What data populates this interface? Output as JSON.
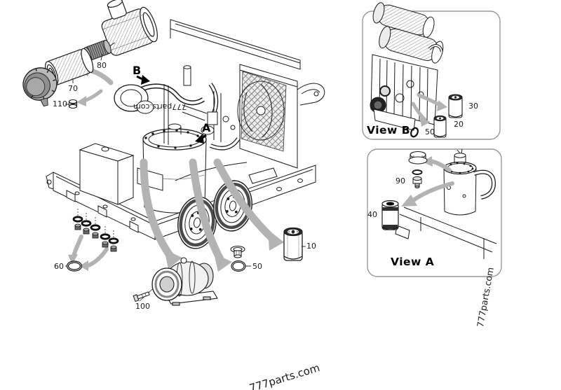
{
  "diagram": {
    "detail_markers": {
      "a": "A",
      "b": "B"
    },
    "views": {
      "view_a_label": "View A",
      "view_b_label": "View B"
    },
    "callouts": {
      "part_10": "10",
      "part_20": "20",
      "part_30": "30",
      "part_40": "40",
      "part_50_engine": "50",
      "part_50_drain": "50",
      "part_60": "60",
      "part_70": "70",
      "part_80": "80",
      "part_90": "90",
      "part_100": "100",
      "part_110": "110"
    },
    "watermarks": {
      "center": "777parts.com",
      "bottom": "777parts.com",
      "side": "777parts.com"
    },
    "colors": {
      "line": "#1a1a1a",
      "arrow_gray": "#b3b3b3",
      "background": "#ffffff"
    }
  }
}
